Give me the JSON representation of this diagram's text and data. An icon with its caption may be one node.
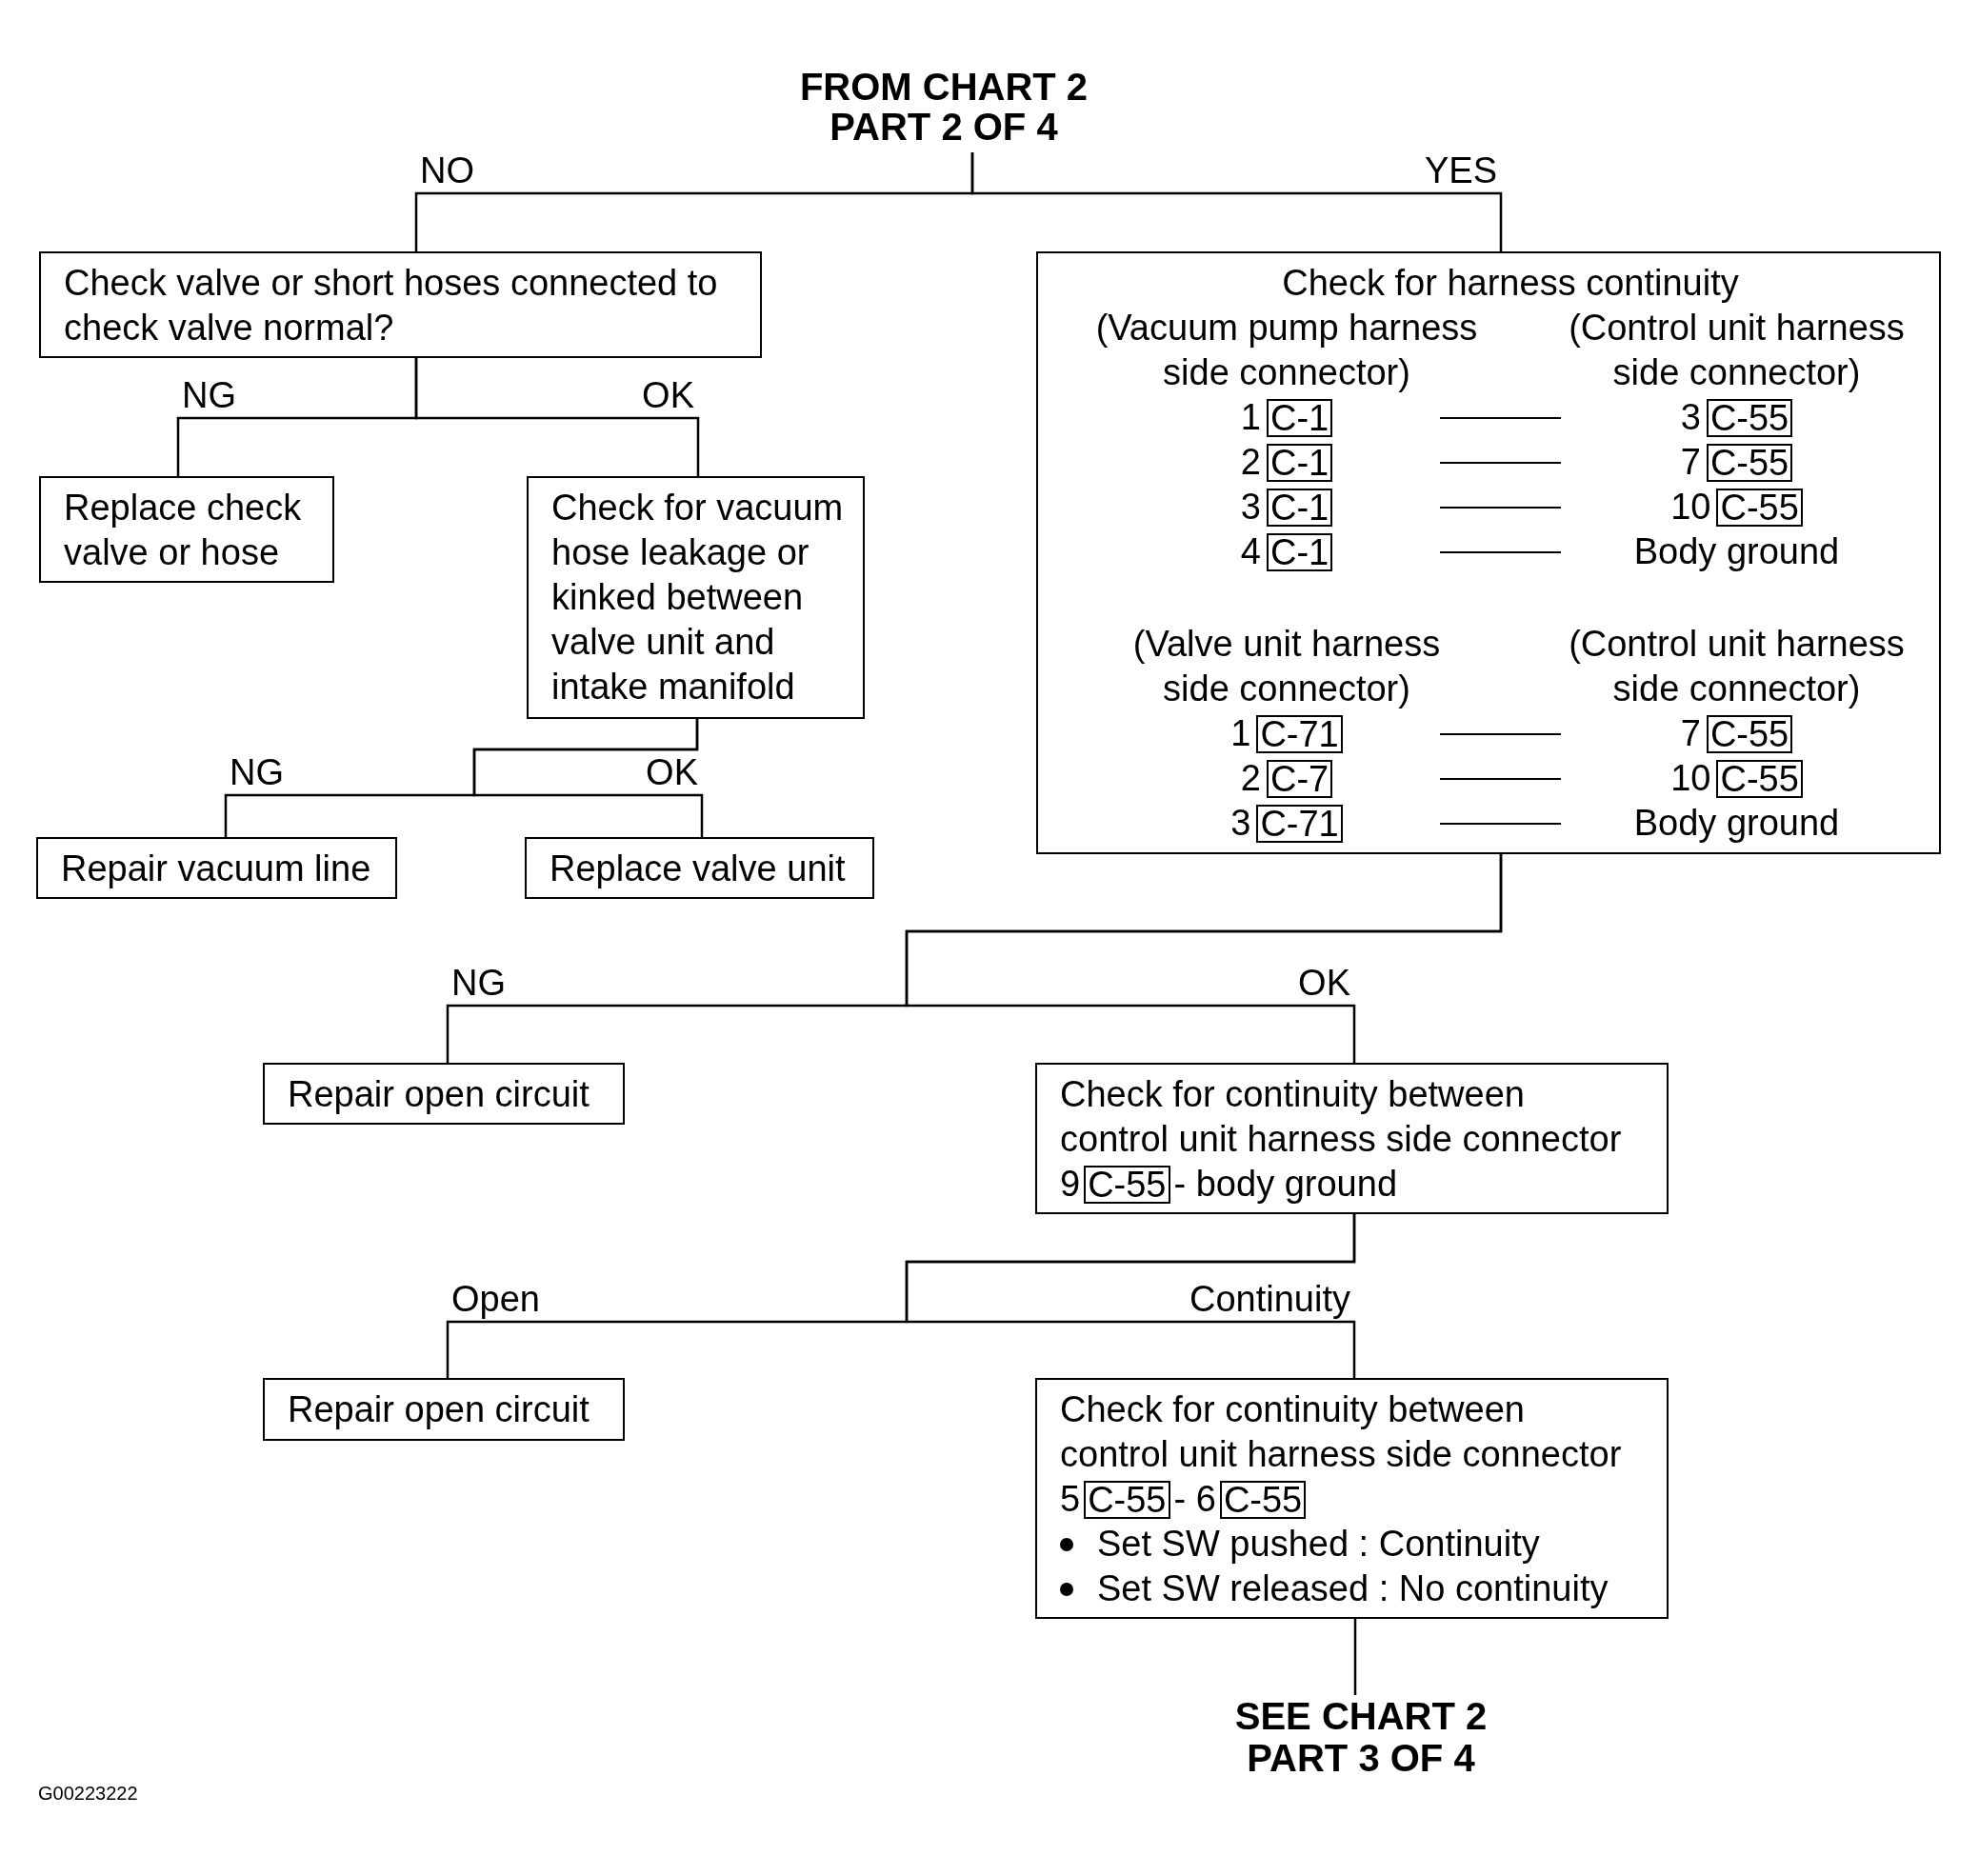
{
  "diagram": {
    "nodes": [
      {
        "text": [
          "FROM CHART 2 PART 2 OF 4"
        ]
      },
      {
        "text": [
          "Check valve or short hoses connected to check valve normal?"
        ]
      },
      {
        "text": [
          "Replace check valve or hose"
        ]
      },
      {
        "text": [
          "Check for vacuum hose leakage or kinked between valve unit and intake manifold"
        ]
      },
      {
        "text": [
          "Repair vacuum line"
        ]
      },
      {
        "text": [
          "Replace valve unit"
        ]
      },
      {
        "text": [
          "Check for harness continuity",
          "(Vacuum pump harness side connector)",
          "(Control unit harness side connector)",
          "1",
          "3",
          "2",
          "7",
          "3",
          "10",
          "4",
          "Body ground",
          "(Valve unit harness side connector)",
          "(Control unit harness side connector)",
          "1",
          "7",
          "2",
          "10",
          "3",
          "Body ground"
        ]
      },
      {
        "text": [
          "C-1"
        ],
        "in": 6
      },
      {
        "text": [
          "C-55"
        ],
        "in": 6
      },
      {
        "text": [
          "C-1"
        ],
        "in": 6
      },
      {
        "text": [
          "C-55"
        ],
        "in": 6
      },
      {
        "text": [
          "C-1"
        ],
        "in": 6
      },
      {
        "text": [
          "C-55"
        ],
        "in": 6
      },
      {
        "text": [
          "C-1"
        ],
        "in": 6
      },
      {
        "text": [
          "C-71"
        ],
        "in": 6
      },
      {
        "text": [
          "C-55"
        ],
        "in": 6
      },
      {
        "text": [
          "C-7"
        ],
        "in": 6
      },
      {
        "text": [
          "C-55"
        ],
        "in": 6
      },
      {
        "text": [
          "C-71"
        ],
        "in": 6
      },
      {
        "text": [
          "Repair open circuit"
        ]
      },
      {
        "text": [
          "Check for continuity between control unit harness side connector",
          "9",
          "- body ground"
        ]
      },
      {
        "text": [
          "C-55"
        ],
        "in": 20
      },
      {
        "text": [
          "Repair open circuit"
        ]
      },
      {
        "text": [
          "Check for continuity between control unit harness side connector",
          "5",
          "- 6",
          "Set SW pushed : Continuity",
          "Set SW released : No continuity"
        ]
      },
      {
        "text": [
          "C-55"
        ],
        "in": 23
      },
      {
        "text": [
          "C-55"
        ],
        "in": 23
      },
      {
        "text": [
          "SEE CHART 2 PART 3 OF 4"
        ]
      }
    ],
    "edges": [
      {
        "from": 0,
        "to": 1,
        "arrow": "none",
        "label": "NO"
      },
      {
        "from": 0,
        "to": 6,
        "arrow": "none",
        "label": "YES"
      },
      {
        "from": 1,
        "to": 2,
        "arrow": "none",
        "label": "NG"
      },
      {
        "from": 1,
        "to": 3,
        "arrow": "none",
        "label": "OK"
      },
      {
        "from": 3,
        "to": 4,
        "arrow": "none",
        "label": "NG"
      },
      {
        "from": 3,
        "to": 5,
        "arrow": "none",
        "label": "OK"
      },
      {
        "from": 6,
        "to": 19,
        "arrow": "none",
        "label": "NG"
      },
      {
        "from": 6,
        "to": 20,
        "arrow": "none",
        "label": "OK"
      },
      {
        "from": 20,
        "to": 22,
        "arrow": "none",
        "label": "Open"
      },
      {
        "from": 20,
        "to": 23,
        "arrow": "none",
        "label": "Continuity"
      },
      {
        "from": 23,
        "to": 26,
        "arrow": "none"
      }
    ],
    "labels": [
      "G00223222"
    ]
  }
}
